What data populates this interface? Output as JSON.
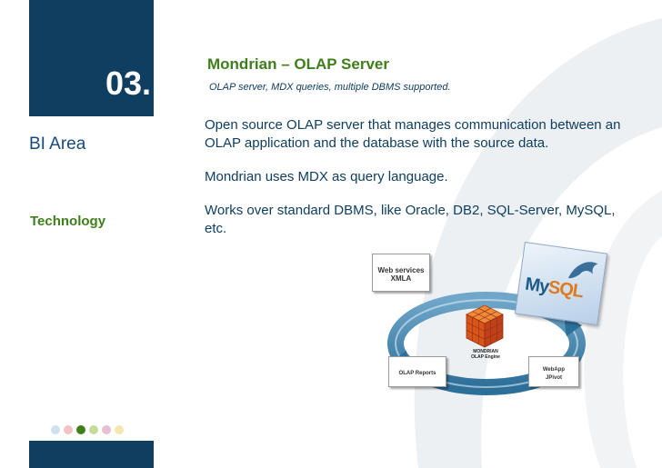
{
  "sidebar": {
    "section_number": "03.",
    "section_title": "BI Area",
    "subsection": "Technology"
  },
  "slide": {
    "title": "Mondrian – OLAP Server",
    "subtitle": "OLAP server, MDX queries, multiple DBMS supported.",
    "paragraphs": [
      "Open source OLAP server that manages communication between an OLAP application and the database with the source data.",
      "Mondrian uses MDX as query language.",
      "Works over standard DBMS, like Oracle, DB2, SQL-Server, MySQL, etc."
    ]
  },
  "figure": {
    "web_services_line1": "Web services",
    "web_services_line2": "XMLA",
    "engine_line1": "MONDRIAN",
    "engine_line2": "OLAP Engine",
    "olap_reports": "OLAP Reports",
    "webapp_line1": "WebApp",
    "webapp_line2": "JPivot",
    "mysql_logo_text": "MySQL"
  },
  "dots": {
    "colors": [
      "#cfe0ee",
      "#f3c2c2",
      "#3f7f1b",
      "#c7dc9a",
      "#e6bfd0",
      "#f4e6b0"
    ]
  },
  "colors": {
    "navy": "#0f3e60",
    "green": "#3f7f1b",
    "arc": "#eef1f4"
  }
}
